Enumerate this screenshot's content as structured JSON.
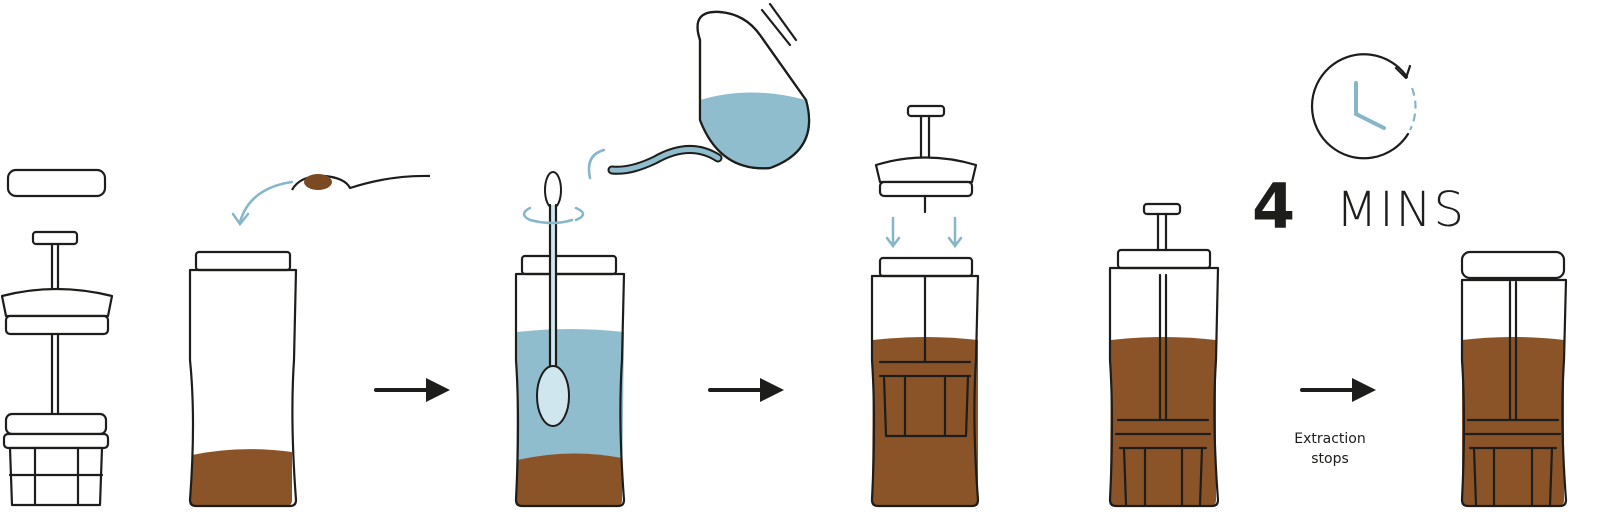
{
  "timer": {
    "number": "4",
    "unit": "MINS"
  },
  "caption": {
    "line1": "Extraction",
    "line2": "stops"
  },
  "colors": {
    "coffee": "#8a5428",
    "coffee_dark": "#6e4220",
    "water": "#8fbdcd",
    "ink": "#1d1d1b",
    "accent_blue": "#86b6c8"
  }
}
